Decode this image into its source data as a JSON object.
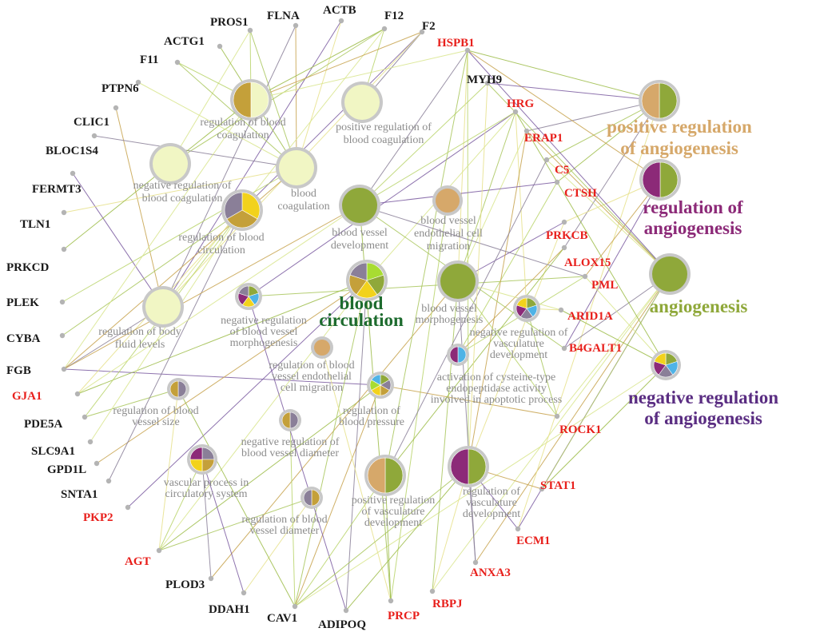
{
  "palette": {
    "olive": "#8fa83a",
    "tan": "#d6a86a",
    "purple": "#8c2a78",
    "violet": "#5a2d82",
    "yellow": "#f2d21c",
    "pale": "#f1f6c4",
    "slate": "#8a7f98",
    "mustard": "#c4a03a",
    "sky": "#4fb3e6",
    "lime": "#a8dc32",
    "ring": "#c8c8c8",
    "darkgreen": "#1d6b2e",
    "gray_text": "#8c8c8c",
    "red_text": "#e8201c",
    "black_text": "#1a1a1a"
  },
  "genes": [
    {
      "id": "PROS1",
      "label": "PROS1",
      "color": "black"
    },
    {
      "id": "FLNA",
      "label": "FLNA",
      "color": "black"
    },
    {
      "id": "ACTB",
      "label": "ACTB",
      "color": "black"
    },
    {
      "id": "F12",
      "label": "F12",
      "color": "black"
    },
    {
      "id": "F2",
      "label": "F2",
      "color": "black"
    },
    {
      "id": "ACTG1",
      "label": "ACTG1",
      "color": "black"
    },
    {
      "id": "F11",
      "label": "F11",
      "color": "black"
    },
    {
      "id": "PTPN6",
      "label": "PTPN6",
      "color": "black"
    },
    {
      "id": "CLIC1",
      "label": "CLIC1",
      "color": "black"
    },
    {
      "id": "BLOC1S4",
      "label": "BLOC1S4",
      "color": "black"
    },
    {
      "id": "FERMT3",
      "label": "FERMT3",
      "color": "black"
    },
    {
      "id": "TLN1",
      "label": "TLN1",
      "color": "black"
    },
    {
      "id": "PRKCD",
      "label": "PRKCD",
      "color": "black"
    },
    {
      "id": "PLEK",
      "label": "PLEK",
      "color": "black"
    },
    {
      "id": "CYBA",
      "label": "CYBA",
      "color": "black"
    },
    {
      "id": "FGB",
      "label": "FGB",
      "color": "black"
    },
    {
      "id": "GJA1",
      "label": "GJA1",
      "color": "red"
    },
    {
      "id": "PDE5A",
      "label": "PDE5A",
      "color": "black"
    },
    {
      "id": "SLC9A1",
      "label": "SLC9A1",
      "color": "black"
    },
    {
      "id": "GPD1L",
      "label": "GPD1L",
      "color": "black"
    },
    {
      "id": "SNTA1",
      "label": "SNTA1",
      "color": "black"
    },
    {
      "id": "PKP2",
      "label": "PKP2",
      "color": "red"
    },
    {
      "id": "AGT",
      "label": "AGT",
      "color": "red"
    },
    {
      "id": "PLOD3",
      "label": "PLOD3",
      "color": "black"
    },
    {
      "id": "DDAH1",
      "label": "DDAH1",
      "color": "black"
    },
    {
      "id": "CAV1",
      "label": "CAV1",
      "color": "black"
    },
    {
      "id": "ADIPOQ",
      "label": "ADIPOQ",
      "color": "black"
    },
    {
      "id": "PRCP",
      "label": "PRCP",
      "color": "red"
    },
    {
      "id": "RBPJ",
      "label": "RBPJ",
      "color": "red"
    },
    {
      "id": "ANXA3",
      "label": "ANXA3",
      "color": "red"
    },
    {
      "id": "ECM1",
      "label": "ECM1",
      "color": "red"
    },
    {
      "id": "STAT1",
      "label": "STAT1",
      "color": "red"
    },
    {
      "id": "ROCK1",
      "label": "ROCK1",
      "color": "red"
    },
    {
      "id": "B4GALT1",
      "label": "B4GALT1",
      "color": "red"
    },
    {
      "id": "ARID1A",
      "label": "ARID1A",
      "color": "red"
    },
    {
      "id": "PML",
      "label": "PML",
      "color": "red"
    },
    {
      "id": "ALOX15",
      "label": "ALOX15",
      "color": "red"
    },
    {
      "id": "PRKCB",
      "label": "PRKCB",
      "color": "red"
    },
    {
      "id": "CTSH",
      "label": "CTSH",
      "color": "red"
    },
    {
      "id": "C5",
      "label": "C5",
      "color": "red"
    },
    {
      "id": "ERAP1",
      "label": "ERAP1",
      "color": "red"
    },
    {
      "id": "HRG",
      "label": "HRG",
      "color": "red"
    },
    {
      "id": "MYH9",
      "label": "MYH9",
      "color": "black"
    },
    {
      "id": "HSPB1",
      "label": "HSPB1",
      "color": "red"
    }
  ],
  "terms": [
    {
      "id": "reg_blood_coag",
      "lines": [
        "regulation of blood",
        "coagulation"
      ],
      "slices": [
        "pale",
        "mustard"
      ]
    },
    {
      "id": "pos_reg_blood_coag",
      "lines": [
        "positive regulation of",
        "blood coagulation"
      ],
      "slices": [
        "pale"
      ]
    },
    {
      "id": "neg_reg_blood_coag",
      "lines": [
        "negative regulation of",
        "blood coagulation"
      ],
      "slices": [
        "pale"
      ]
    },
    {
      "id": "blood_coag",
      "lines": [
        "blood",
        "coagulation"
      ],
      "slices": [
        "pale"
      ]
    },
    {
      "id": "reg_blood_circ",
      "lines": [
        "regulation of blood",
        "circulation"
      ],
      "slices": [
        "yellow",
        "mustard",
        "slate"
      ]
    },
    {
      "id": "blood_vessel_dev",
      "lines": [
        "blood vessel",
        "development"
      ],
      "slices": [
        "olive"
      ]
    },
    {
      "id": "bv_endo_migration",
      "lines": [
        "blood vessel",
        "endothelial cell",
        "migration"
      ],
      "slices": [
        "tan"
      ]
    },
    {
      "id": "reg_body_fluid",
      "lines": [
        "regulation of body",
        "fluid levels"
      ],
      "slices": [
        "pale"
      ]
    },
    {
      "id": "neg_reg_bv_morph",
      "lines": [
        "negative regulation",
        "of blood vessel",
        "morphogenesis"
      ],
      "slices": [
        "olive",
        "sky",
        "yellow",
        "purple",
        "slate"
      ]
    },
    {
      "id": "blood_circulation",
      "lines": [
        "blood",
        "circulation"
      ],
      "slices": [
        "lime",
        "olive",
        "yellow",
        "mustard",
        "slate"
      ],
      "major": true,
      "textColor": "darkgreen"
    },
    {
      "id": "bv_morphogenesis",
      "lines": [
        "blood vessel",
        "morphogenesis"
      ],
      "slices": [
        "olive"
      ]
    },
    {
      "id": "neg_reg_vasc_dev",
      "lines": [
        "negative regulation of",
        "vasculature",
        "development"
      ],
      "slices": [
        "olive",
        "sky",
        "slate",
        "purple",
        "yellow"
      ]
    },
    {
      "id": "reg_bv_endo_migration",
      "lines": [
        "regulation of blood",
        "vessel endothelial",
        "cell migration"
      ],
      "slices": [
        "tan"
      ]
    },
    {
      "id": "act_cysteine",
      "lines": [
        "activation of cysteine-type",
        "endopeptidase activity",
        "involved in apoptotic process"
      ],
      "slices": [
        "sky",
        "purple"
      ]
    },
    {
      "id": "reg_bv_size",
      "lines": [
        "regulation of blood",
        "vessel size"
      ],
      "slices": [
        "slate",
        "mustard"
      ]
    },
    {
      "id": "reg_blood_pressure",
      "lines": [
        "regulation of",
        "blood pressure"
      ],
      "slices": [
        "olive",
        "slate",
        "mustard",
        "yellow",
        "lime",
        "sky"
      ]
    },
    {
      "id": "neg_reg_bv_diameter",
      "lines": [
        "negative regulation of",
        "blood vessel diameter"
      ],
      "slices": [
        "slate",
        "mustard"
      ]
    },
    {
      "id": "vascular_process",
      "lines": [
        "vascular process in",
        "circulatory system"
      ],
      "slices": [
        "slate",
        "mustard",
        "yellow",
        "purple"
      ]
    },
    {
      "id": "pos_reg_vasc_dev",
      "lines": [
        "positive regulation",
        "of vasculature",
        "development"
      ],
      "slices": [
        "olive",
        "tan"
      ]
    },
    {
      "id": "reg_vasc_dev",
      "lines": [
        "regulation of",
        "vasculature",
        "development"
      ],
      "slices": [
        "olive",
        "purple"
      ]
    },
    {
      "id": "reg_bv_diameter",
      "lines": [
        "regulation of blood",
        "vessel diameter"
      ],
      "slices": [
        "mustard",
        "slate"
      ]
    },
    {
      "id": "pos_reg_angio",
      "lines": [
        "positive regulation",
        "of angiogenesis"
      ],
      "slices": [
        "olive",
        "tan"
      ],
      "major": true,
      "textColor": "tan"
    },
    {
      "id": "reg_angio",
      "lines": [
        "regulation of",
        "angiogenesis"
      ],
      "slices": [
        "olive",
        "purple"
      ],
      "major": true,
      "textColor": "purple"
    },
    {
      "id": "angiogenesis",
      "lines": [
        "angiogenesis"
      ],
      "slices": [
        "olive"
      ],
      "major": true,
      "textColor": "olive"
    },
    {
      "id": "neg_reg_angio",
      "lines": [
        "negative regulation",
        "of angiogenesis"
      ],
      "slices": [
        "olive",
        "sky",
        "slate",
        "purple",
        "yellow"
      ],
      "major": true,
      "textColor": "violet"
    }
  ],
  "edges": [
    [
      "PROS1",
      "reg_blood_coag"
    ],
    [
      "PROS1",
      "blood_coag"
    ],
    [
      "PROS1",
      "neg_reg_blood_coag"
    ],
    [
      "FLNA",
      "blood_coag"
    ],
    [
      "FLNA",
      "reg_body_fluid"
    ],
    [
      "ACTB",
      "reg_body_fluid"
    ],
    [
      "ACTB",
      "blood_coag"
    ],
    [
      "F12",
      "reg_blood_coag"
    ],
    [
      "F12",
      "pos_reg_blood_coag"
    ],
    [
      "F12",
      "neg_reg_blood_coag"
    ],
    [
      "F12",
      "reg_body_fluid"
    ],
    [
      "F2",
      "reg_blood_coag"
    ],
    [
      "F2",
      "pos_reg_blood_coag"
    ],
    [
      "F2",
      "reg_blood_circ"
    ],
    [
      "F2",
      "reg_body_fluid"
    ],
    [
      "ACTG1",
      "blood_coag"
    ],
    [
      "F11",
      "reg_blood_coag"
    ],
    [
      "F11",
      "blood_coag"
    ],
    [
      "PTPN6",
      "blood_coag"
    ],
    [
      "CLIC1",
      "reg_body_fluid"
    ],
    [
      "BLOC1S4",
      "blood_coag"
    ],
    [
      "FERMT3",
      "reg_body_fluid"
    ],
    [
      "TLN1",
      "blood_coag"
    ],
    [
      "PRKCD",
      "reg_blood_coag"
    ],
    [
      "PLEK",
      "blood_coag"
    ],
    [
      "CYBA",
      "reg_blood_circ"
    ],
    [
      "FGB",
      "reg_blood_coag"
    ],
    [
      "FGB",
      "blood_coag"
    ],
    [
      "FGB",
      "reg_body_fluid"
    ],
    [
      "FGB",
      "reg_blood_pressure"
    ],
    [
      "GJA1",
      "reg_blood_circ"
    ],
    [
      "GJA1",
      "blood_circulation"
    ],
    [
      "PDE5A",
      "reg_blood_circ"
    ],
    [
      "PDE5A",
      "reg_bv_size"
    ],
    [
      "SLC9A1",
      "reg_blood_circ"
    ],
    [
      "GPD1L",
      "blood_circulation"
    ],
    [
      "SNTA1",
      "reg_blood_circ"
    ],
    [
      "PKP2",
      "blood_circulation"
    ],
    [
      "AGT",
      "reg_bv_size"
    ],
    [
      "AGT",
      "reg_blood_pressure"
    ],
    [
      "AGT",
      "vascular_process"
    ],
    [
      "AGT",
      "reg_bv_diameter"
    ],
    [
      "AGT",
      "blood_circulation"
    ],
    [
      "PLOD3",
      "bv_morphogenesis"
    ],
    [
      "PLOD3",
      "vascular_process"
    ],
    [
      "DDAH1",
      "vascular_process"
    ],
    [
      "DDAH1",
      "reg_bv_diameter"
    ],
    [
      "CAV1",
      "reg_bv_size"
    ],
    [
      "CAV1",
      "neg_reg_bv_diameter"
    ],
    [
      "CAV1",
      "blood_circulation"
    ],
    [
      "CAV1",
      "neg_reg_angio"
    ],
    [
      "CAV1",
      "reg_blood_pressure"
    ],
    [
      "ADIPOQ",
      "blood_circulation"
    ],
    [
      "ADIPOQ",
      "neg_reg_bv_morph"
    ],
    [
      "PRCP",
      "reg_bv_endo_migration"
    ],
    [
      "PRCP",
      "blood_vessel_dev"
    ],
    [
      "PRCP",
      "bv_endo_migration"
    ],
    [
      "RBPJ",
      "bv_morphogenesis"
    ],
    [
      "RBPJ",
      "angiogenesis"
    ],
    [
      "ANXA3",
      "angiogenesis"
    ],
    [
      "ANXA3",
      "reg_vasc_dev"
    ],
    [
      "ECM1",
      "angiogenesis"
    ],
    [
      "ECM1",
      "pos_reg_angio"
    ],
    [
      "STAT1",
      "neg_reg_angio"
    ],
    [
      "STAT1",
      "angiogenesis"
    ],
    [
      "ROCK1",
      "neg_reg_vasc_dev"
    ],
    [
      "ROCK1",
      "angiogenesis"
    ],
    [
      "ROCK1",
      "reg_blood_pressure"
    ],
    [
      "B4GALT1",
      "angiogenesis"
    ],
    [
      "B4GALT1",
      "reg_angio"
    ],
    [
      "ARID1A",
      "neg_reg_vasc_dev"
    ],
    [
      "ARID1A",
      "neg_reg_angio"
    ],
    [
      "PML",
      "act_cysteine"
    ],
    [
      "PML",
      "neg_reg_bv_morph"
    ],
    [
      "PML",
      "neg_reg_angio"
    ],
    [
      "ALOX15",
      "act_cysteine"
    ],
    [
      "ALOX15",
      "pos_reg_angio"
    ],
    [
      "PRKCB",
      "bv_morphogenesis"
    ],
    [
      "PRKCB",
      "reg_angio"
    ],
    [
      "CTSH",
      "pos_reg_angio"
    ],
    [
      "CTSH",
      "act_cysteine"
    ],
    [
      "C5",
      "pos_reg_angio"
    ],
    [
      "C5",
      "angiogenesis"
    ],
    [
      "ERAP1",
      "angiogenesis"
    ],
    [
      "ERAP1",
      "pos_reg_angio"
    ],
    [
      "HRG",
      "neg_reg_bv_morph"
    ],
    [
      "HRG",
      "neg_reg_vasc_dev"
    ],
    [
      "HRG",
      "neg_reg_angio"
    ],
    [
      "MYH9",
      "blood_vessel_dev"
    ],
    [
      "MYH9",
      "angiogenesis"
    ],
    [
      "HSPB1",
      "reg_blood_coag"
    ],
    [
      "HSPB1",
      "reg_angio"
    ],
    [
      "HSPB1",
      "blood_vessel_dev"
    ],
    [
      "HSPB1",
      "angiogenesis"
    ],
    [
      "HSPB1",
      "bv_morphogenesis"
    ],
    [
      "HSPB1",
      "pos_reg_angio"
    ],
    [
      "HSPB1",
      "reg_vasc_dev"
    ],
    [
      "HSPB1",
      "pos_reg_vasc_dev"
    ],
    [
      "ERAP1",
      "bv_morphogenesis"
    ],
    [
      "ERAP1",
      "reg_vasc_dev"
    ],
    [
      "C5",
      "pos_reg_vasc_dev"
    ],
    [
      "CTSH",
      "blood_vessel_dev"
    ],
    [
      "PRKCB",
      "reg_vasc_dev"
    ],
    [
      "ALOX15",
      "pos_reg_vasc_dev"
    ],
    [
      "HRG",
      "blood_vessel_dev"
    ],
    [
      "HRG",
      "bv_morphogenesis"
    ],
    [
      "HRG",
      "blood_circulation"
    ],
    [
      "STAT1",
      "reg_vasc_dev"
    ],
    [
      "ANXA3",
      "bv_morphogenesis"
    ],
    [
      "ECM1",
      "reg_vasc_dev"
    ],
    [
      "RBPJ",
      "reg_vasc_dev"
    ],
    [
      "PRCP",
      "pos_reg_vasc_dev"
    ],
    [
      "ROCK1",
      "bv_morphogenesis"
    ],
    [
      "B4GALT1",
      "blood_vessel_dev"
    ],
    [
      "ARID1A",
      "bv_morphogenesis"
    ],
    [
      "PML",
      "reg_angio"
    ],
    [
      "PML",
      "blood_vessel_dev"
    ],
    [
      "MYH9",
      "pos_reg_angio"
    ],
    [
      "MYH9",
      "reg_vasc_dev"
    ],
    [
      "ADIPOQ",
      "reg_vasc_dev"
    ],
    [
      "CAV1",
      "pos_reg_vasc_dev"
    ],
    [
      "CAV1",
      "reg_vasc_dev"
    ],
    [
      "GJA1",
      "blood_vessel_dev"
    ],
    [
      "FGB",
      "blood_vessel_dev"
    ]
  ]
}
